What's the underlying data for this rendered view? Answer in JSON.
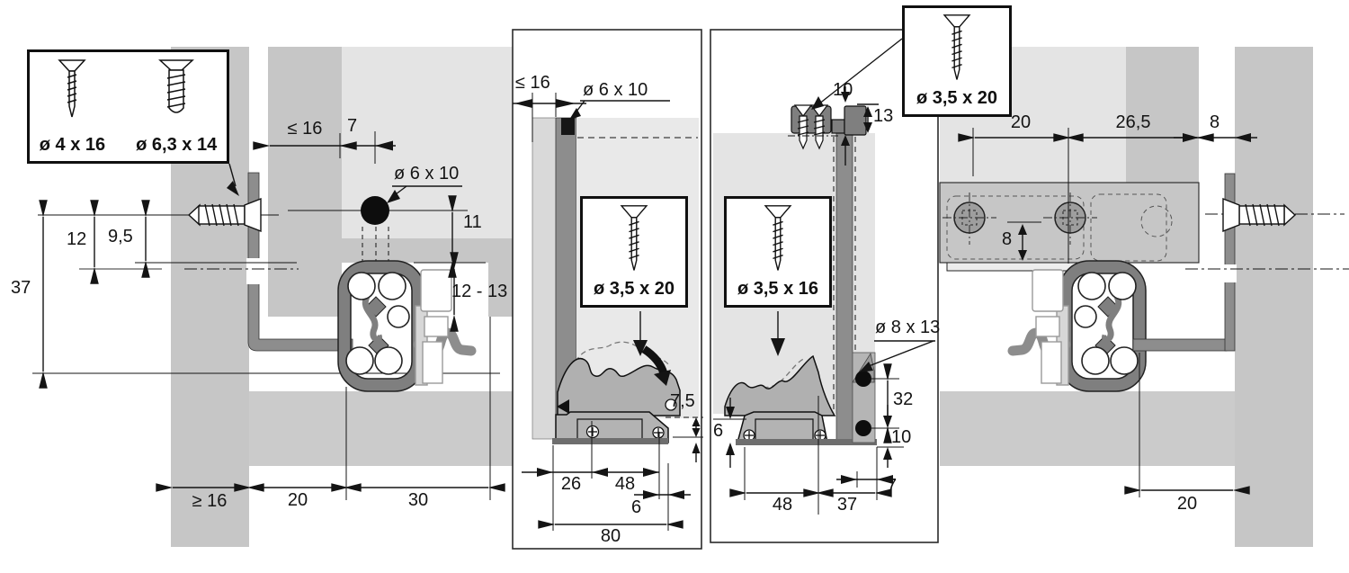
{
  "colors": {
    "line": "#141414",
    "panel-medium": "#c6c6c6",
    "panel-light": "#e4e4e4",
    "interior-light": "#e9e9e9",
    "rail-dark": "#8d8d8d",
    "profile-gray": "#7f7f7f",
    "latch-gray": "#b0b0b0",
    "band-gray": "#cbcbcb"
  },
  "left_section": {
    "screw_inset": {
      "screw1": "ø 4 x 16",
      "screw2": "ø 6,3 x 14"
    },
    "dims": {
      "wall_offset_top": "≤  16",
      "front_gap": "7",
      "hole": "ø 6 x 10",
      "below_hole": "11",
      "panel_drop": "12 - 13",
      "v12": "12",
      "v9_5": "9,5",
      "v37": "37",
      "wall_thickness": "≥ 16",
      "bottom_20": "20",
      "bottom_30": "30"
    }
  },
  "middle_left_panel": {
    "screw_inset": {
      "label": "ø 3,5 x 20"
    },
    "dims": {
      "top_thickness": "≤ 16",
      "hole": "ø 6 x 10",
      "latch_drop": "7,5",
      "front_26": "26",
      "mid_48": "48",
      "end_6": "6",
      "total_80": "80"
    }
  },
  "middle_right_panel": {
    "screw_inset_top": {
      "label": "ø 3,5 x 20"
    },
    "screw_inset": {
      "label": "ø 3,5 x 16"
    },
    "dims": {
      "bracket_10": "10",
      "bracket_13": "13",
      "hole": "ø 8 x 13",
      "v32": "32",
      "v10": "10",
      "v6": "6",
      "b48": "48",
      "b37": "37",
      "b7": "7"
    }
  },
  "right_section": {
    "dims": {
      "top_20": "20",
      "top_26_5": "26,5",
      "top_8": "8",
      "bracket_8": "8",
      "bottom_20": "20"
    }
  }
}
